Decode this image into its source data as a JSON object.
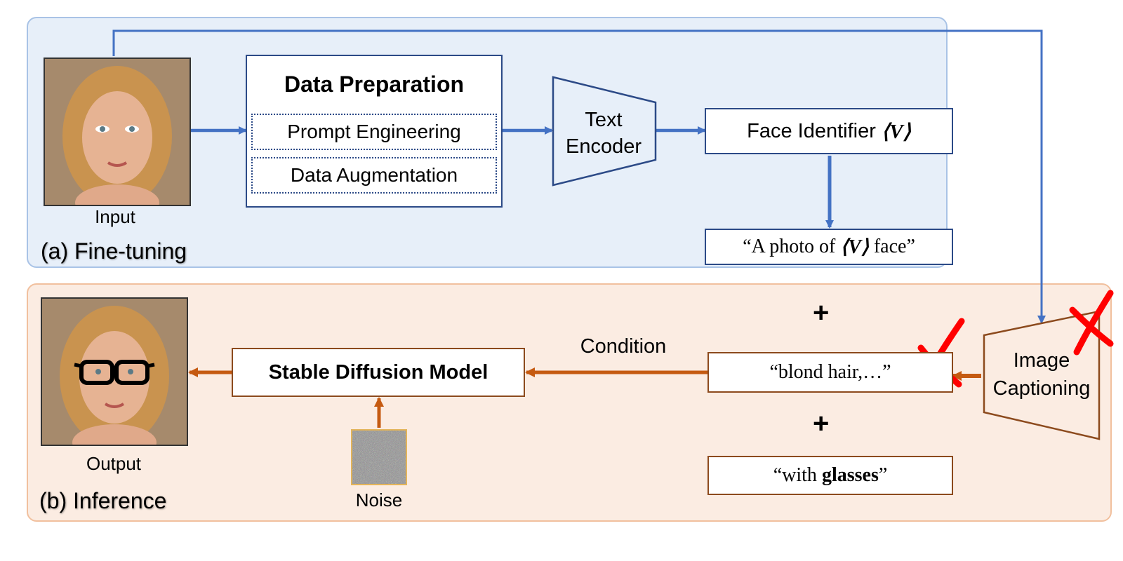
{
  "panel_a": {
    "title": "(a) Fine-tuning",
    "input_label": "Input",
    "data_prep": {
      "title": "Data Preparation",
      "item1": "Prompt Engineering",
      "item2": "Data Augmentation"
    },
    "text_encoder": {
      "line1": "Text",
      "line2": "Encoder"
    },
    "face_identifier": {
      "text": "Face Identifier",
      "token": "⟨V⟩"
    },
    "prompt": {
      "before": "“A photo of ",
      "token": "⟨V⟩",
      "after": " face”"
    }
  },
  "panel_b": {
    "title": "(b) Inference",
    "output_label": "Output",
    "stable_diffusion": "Stable Diffusion Model",
    "condition": "Condition",
    "noise_label": "Noise",
    "plus_top": "+",
    "plus_bottom": "+",
    "caption_text": "“blond hair,…”",
    "image_captioning": {
      "line1": "Image",
      "line2": "Captioning"
    },
    "glasses_prompt": {
      "before": "“with ",
      "bold": "glasses",
      "after": "”"
    }
  },
  "colors": {
    "blue_arrow": "#4472c4",
    "brown_arrow": "#c55a11",
    "red_cross": "#ff0000",
    "panel_a_bg": "#e7eff9",
    "panel_b_bg": "#fbece2"
  }
}
